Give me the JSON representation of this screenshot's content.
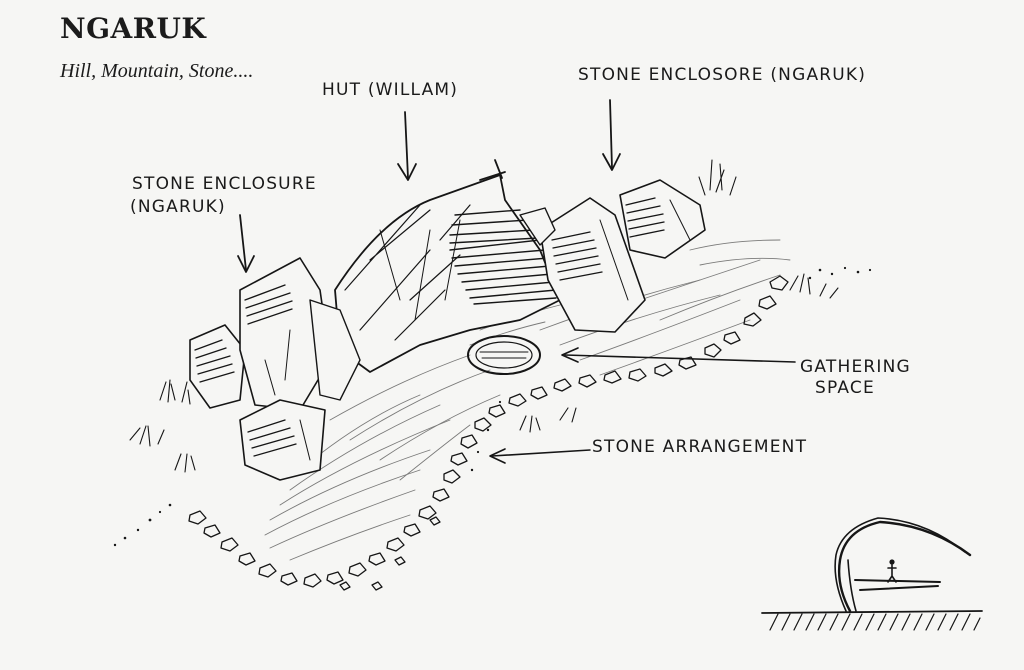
{
  "header": {
    "title": "NGARUK",
    "subtitle": "Hill, Mountain, Stone...."
  },
  "labels": {
    "hut": "HUT (WILLAM)",
    "stone_enclosure_right": "STONE ENCLOSORE (NGARUK)",
    "stone_enclosure_left_line1": "STONE ENCLOSURE",
    "stone_enclosure_left_line2": "(NGARUK)",
    "gathering_line1": "GATHERING",
    "gathering_line2": "SPACE",
    "stone_arrangement": "STONE ARRANGEMENT"
  },
  "colors": {
    "ink": "#161616",
    "paper": "#f6f6f4"
  }
}
